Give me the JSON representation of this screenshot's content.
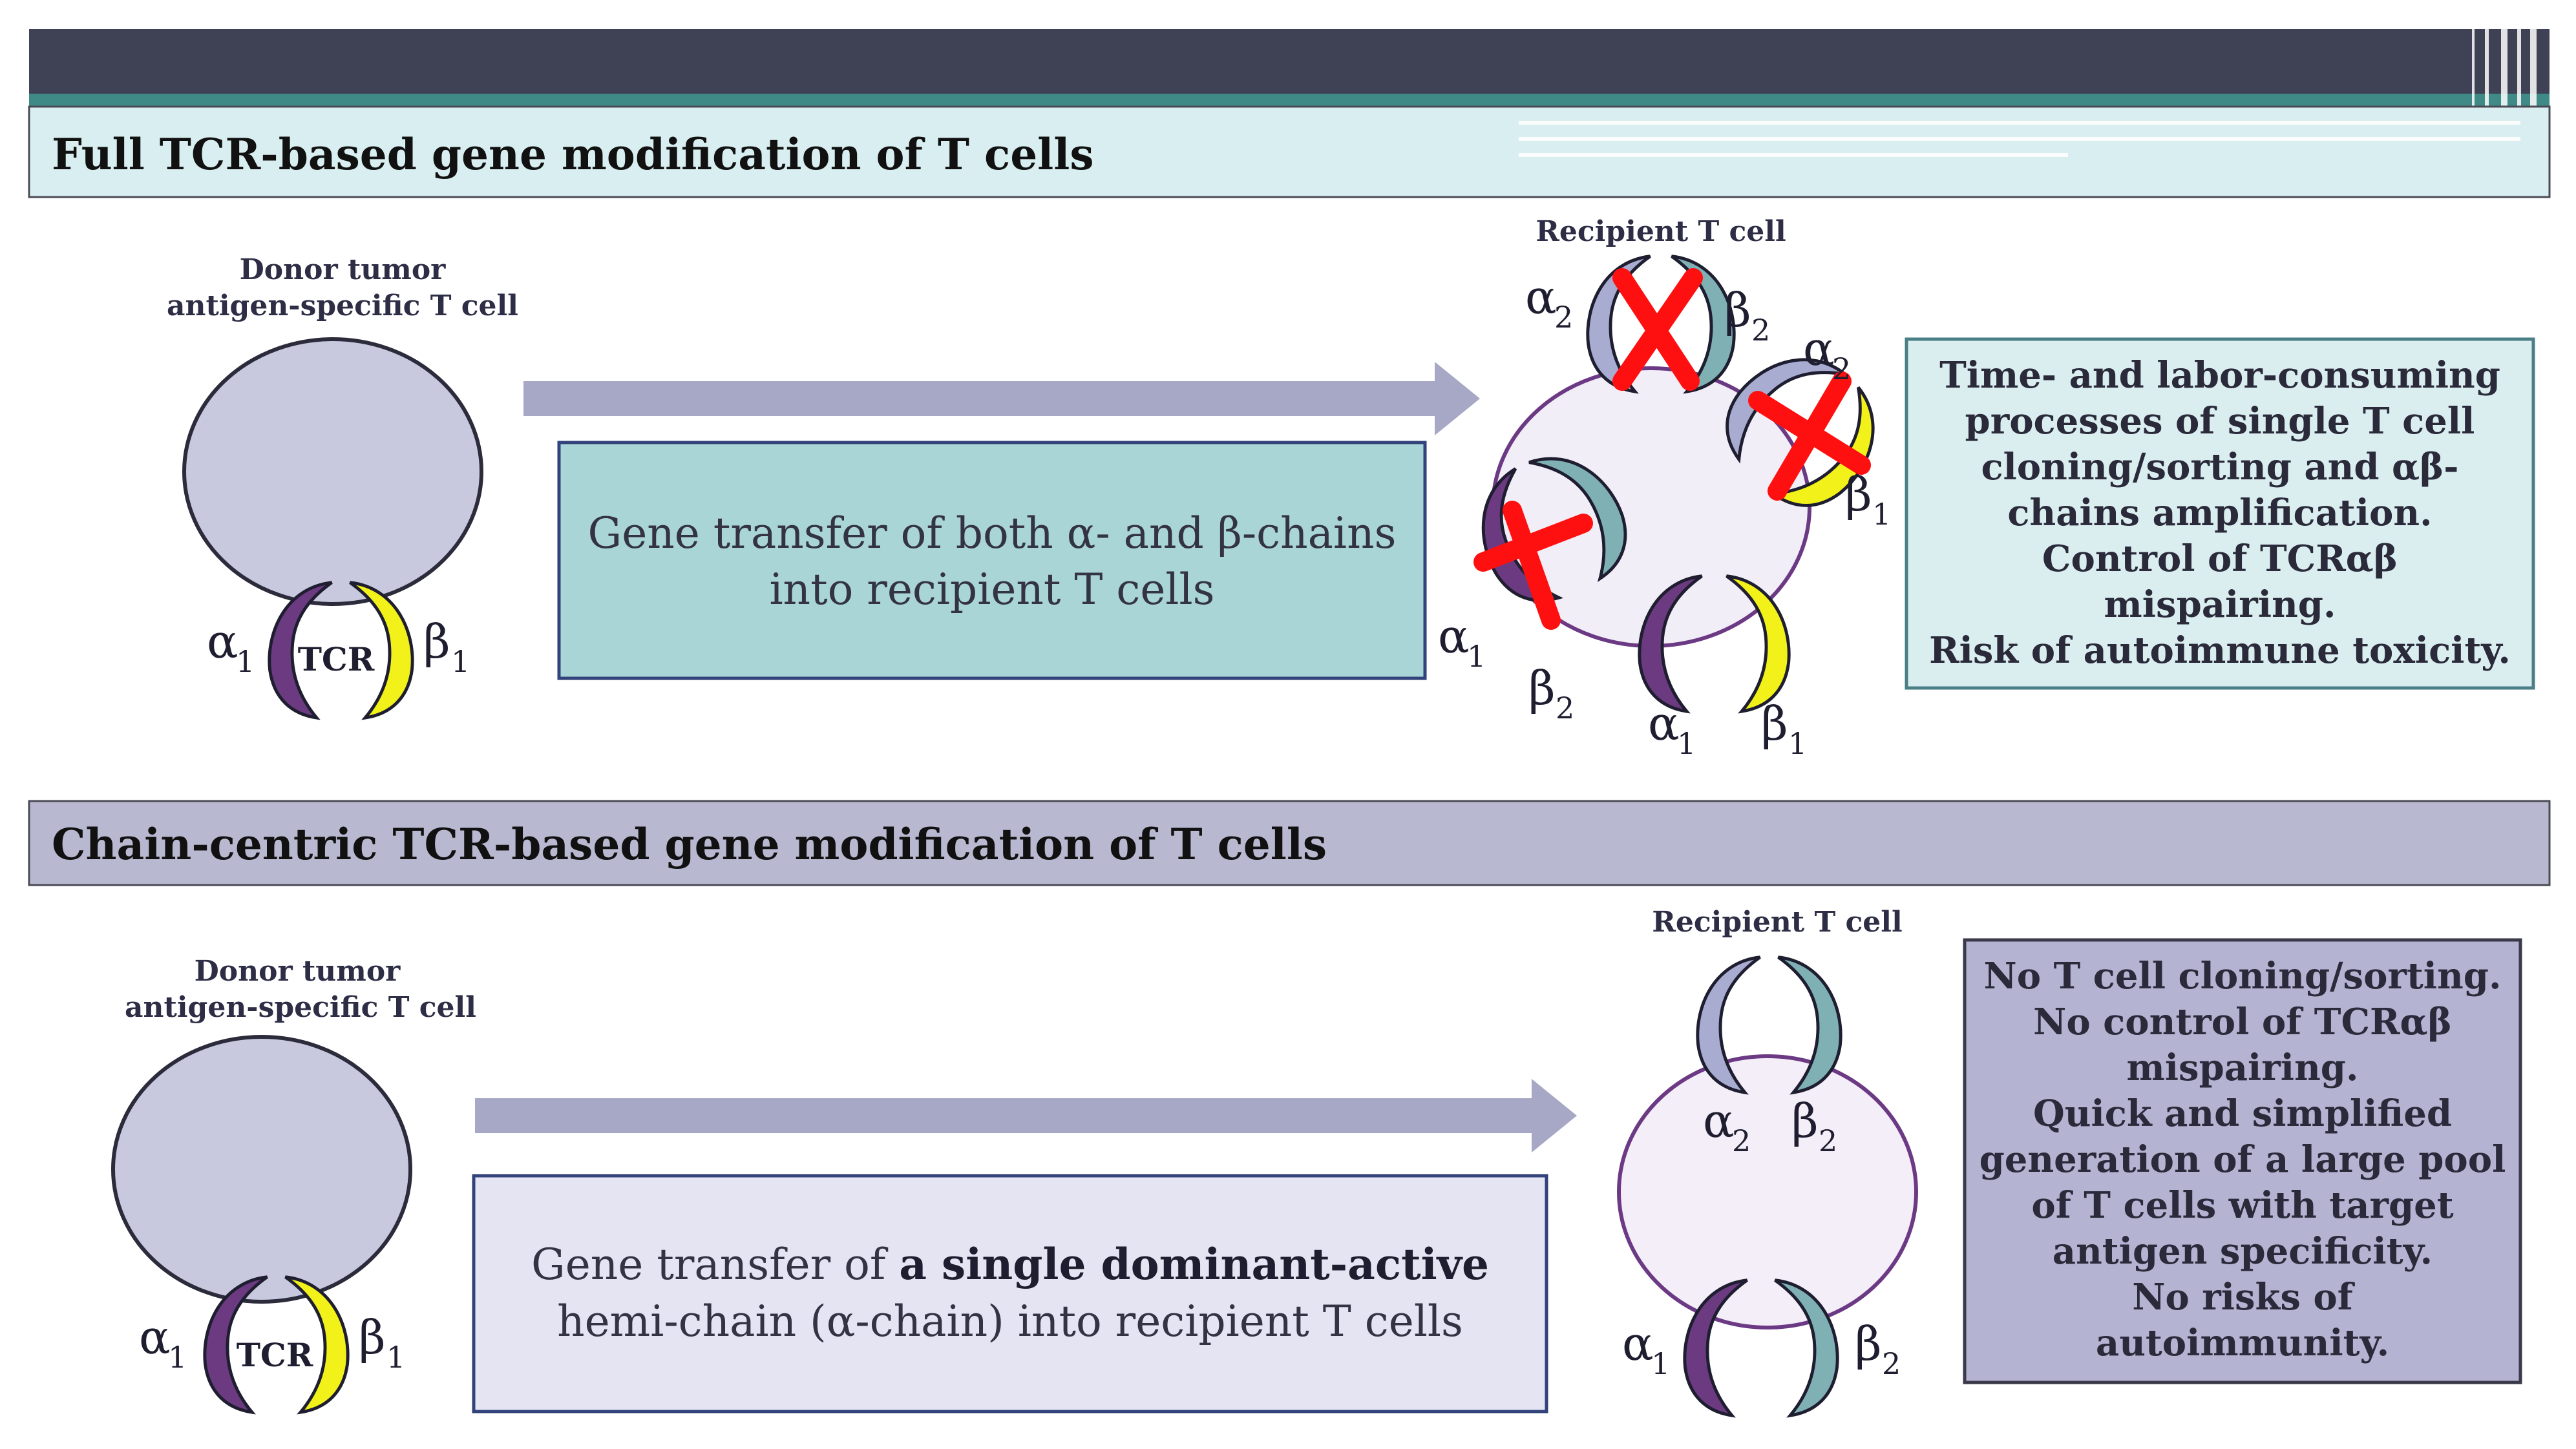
{
  "top": {
    "title": "Full TCR-based gene modification of T cells",
    "donor_label": [
      "Donor tumor",
      "antigen-specific T cell"
    ],
    "donor_tcr": "TCR",
    "recipient_label": "Recipient T cell",
    "transfer_text": [
      "Gene transfer of both α- and β-chains",
      "into recipient T cells"
    ],
    "notes": [
      "Time- and labor-consuming",
      "processes of single T cell",
      "cloning/sorting and αβ-",
      "chains amplification.",
      "Control of TCRαβ",
      "mispairing.",
      "Risk of autoimmune toxicity."
    ]
  },
  "bottom": {
    "title": "Chain-centric TCR-based gene modification of T cells",
    "donor_label": [
      "Donor tumor",
      "antigen-specific T cell"
    ],
    "donor_tcr": "TCR",
    "recipient_label": "Recipient T cell",
    "transfer_text_line1_normal": "Gene transfer of ",
    "transfer_text_line1_bold": "a single dominant-active",
    "transfer_text_line2": "hemi-chain (α-chain) into recipient T cells",
    "notes": [
      "No T cell cloning/sorting.",
      "No control of TCRαβ",
      "mispairing.",
      "Quick and simplified",
      "generation of a large pool",
      "of T cells with target",
      "antigen specificity.",
      "No risks of",
      "autoimmunity."
    ]
  },
  "chain_labels": {
    "alpha": "α",
    "beta": "β",
    "sub1": "1",
    "sub2": "2"
  },
  "colors": {
    "header_dark": "#3f4155",
    "header_teal": "#3f8a86",
    "alpha_purple": "#6b3a80",
    "beta_yellow": "#f2f21a",
    "beta2_teal": "#7fb1b4",
    "alpha2_lavender": "#a8acd0",
    "cross_red": "#ff1010"
  }
}
